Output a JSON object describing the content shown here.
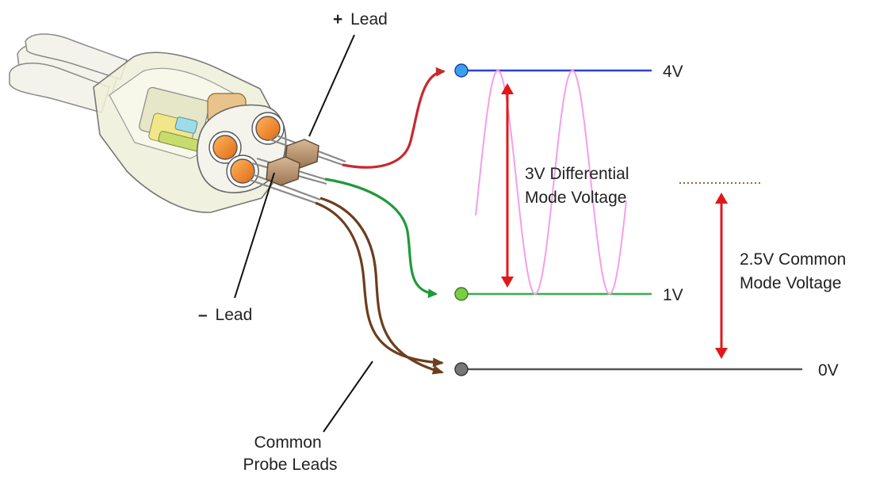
{
  "labels": {
    "plus_lead_sign": "+",
    "plus_lead_text": "Lead",
    "minus_lead_sign": "–",
    "minus_lead_text": "Lead",
    "common_line1": "Common",
    "common_line2": "Probe Leads",
    "diff_line1": "3V Differential",
    "diff_line2": "Mode Voltage",
    "cm_line1": "2.5V Common",
    "cm_line2": "Mode Voltage"
  },
  "levels": [
    {
      "id": "4v",
      "label": "4V",
      "line_color": "#2f3fd8",
      "dot_color": "#3aa0ee"
    },
    {
      "id": "1v",
      "label": "1V",
      "line_color": "#33b050",
      "dot_color": "#7dcc45"
    },
    {
      "id": "0v",
      "label": "0V",
      "line_color": "#555555",
      "dot_color": "#777777"
    }
  ],
  "colors": {
    "plus_arrow": "#c8282e",
    "minus_arrow": "#1e9a3a",
    "common_arrow": "#6b3e1e",
    "sine_wave": "#f59ee8",
    "voltage_arrow": "#e01818",
    "cm_reference": "#9a6a3a",
    "pointer": "#111111",
    "probe_body": "#e7e7d8",
    "probe_outline": "#666666",
    "contact_orange": "#f08a20"
  }
}
